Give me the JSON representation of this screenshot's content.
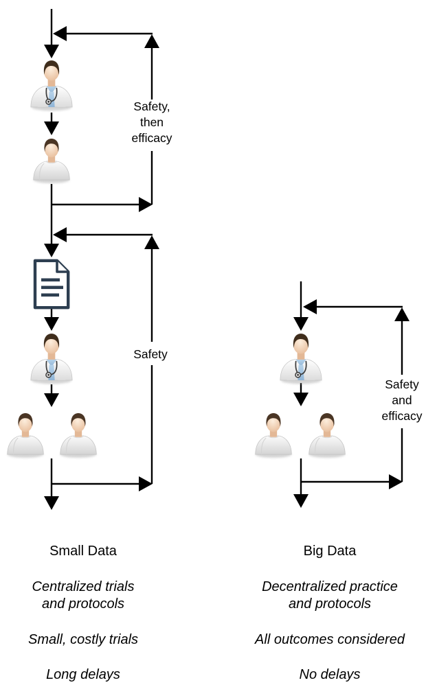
{
  "page": {
    "background": "#ffffff"
  },
  "colors": {
    "line": "#000000",
    "text": "#000000",
    "document_outline": "#2d3e50",
    "scrub_blue": "#a6c6e2",
    "skin": "#efc5a3",
    "hair_brown": "#49341f"
  },
  "icons": {
    "doctor": "doctor-icon",
    "patient": "patient-icon",
    "document": "document-protocol-icon"
  },
  "left_flow": {
    "loop1_label": "Safety,\nthen\nefficacy",
    "loop2_label": "Safety",
    "title": "Small Data",
    "captions": [
      "Centralized trials\nand protocols",
      "Small, costly trials",
      "Long delays"
    ]
  },
  "right_flow": {
    "loop_label": "Safety\nand\nefficacy",
    "title": "Big Data",
    "captions": [
      "Decentralized practice\nand protocols",
      "All outcomes considered",
      "No delays"
    ]
  }
}
